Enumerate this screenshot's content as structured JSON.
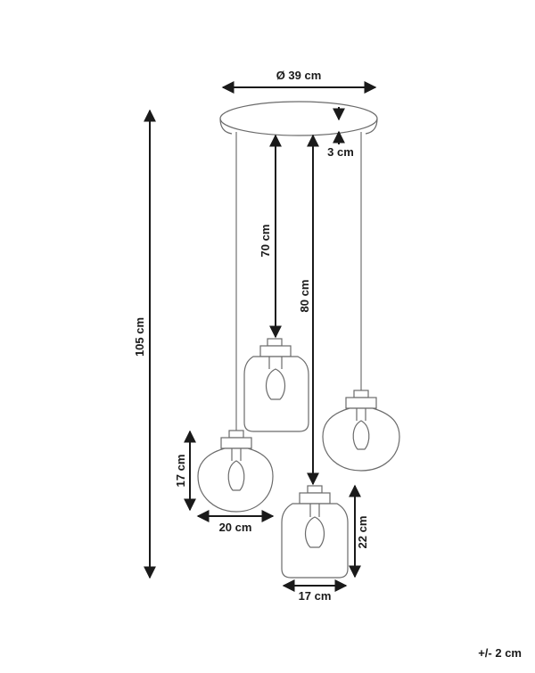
{
  "dimensions": {
    "canopy_diameter": "Ø 39 cm",
    "canopy_height": "3 cm",
    "cable_short": "70 cm",
    "cable_long": "80 cm",
    "total_height": "105 cm",
    "round_shade_height": "17 cm",
    "round_shade_width": "20 cm",
    "tall_shade_height": "22 cm",
    "tall_shade_width": "17 cm"
  },
  "tolerance": "+/- 2 cm",
  "colors": {
    "dimension_line": "#1a1a1a",
    "object_outline": "#6b6b6b"
  }
}
